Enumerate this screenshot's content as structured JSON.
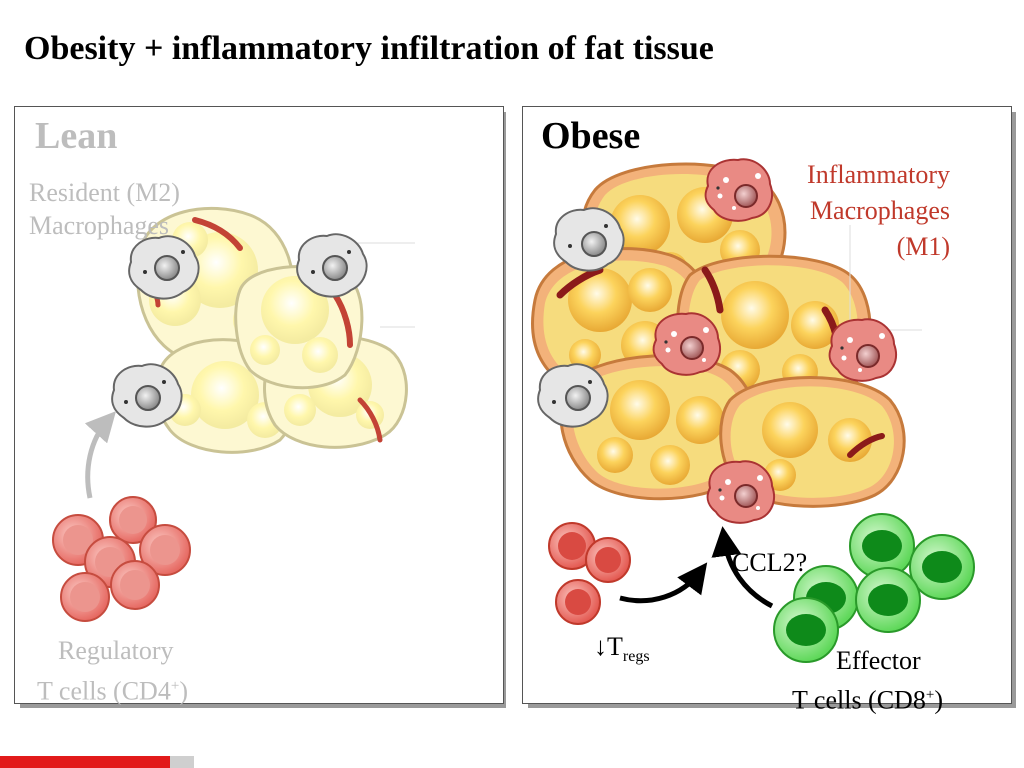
{
  "title": "Obesity + inflammatory infiltration of fat tissue",
  "lean": {
    "heading": "Lean",
    "macrophage_label_line1": "Resident (M2)",
    "macrophage_label_line2": "Macrophages",
    "tcell_label_line1": "Regulatory",
    "tcell_label_line2_prefix": "T cells (CD4",
    "tcell_label_line2_sup": "+",
    "tcell_label_line2_suffix": ")"
  },
  "obese": {
    "heading": "Obese",
    "macrophage_label_line1": "Inflammatory",
    "macrophage_label_line2": "Macrophages",
    "macrophage_label_line3": "(M1)",
    "chemokine_label": "CCL2?",
    "treg_arrow": "↓",
    "treg_label": "T",
    "treg_sub": "regs",
    "effector_label_line1": "Effector",
    "effector_label_line2_prefix": "T cells (CD8",
    "effector_label_line2_sup": "+",
    "effector_label_line2_suffix": ")"
  },
  "colors": {
    "lean_text": "#bdbdbd",
    "m1_text": "#c0392b",
    "adipocyte_lean": "#fdf6c8",
    "adipocyte_obese": "#f7d36a",
    "adipocyte_border": "#e9b27a",
    "tcell_red": "#e8655c",
    "tcell_green": "#2fbf3a"
  }
}
